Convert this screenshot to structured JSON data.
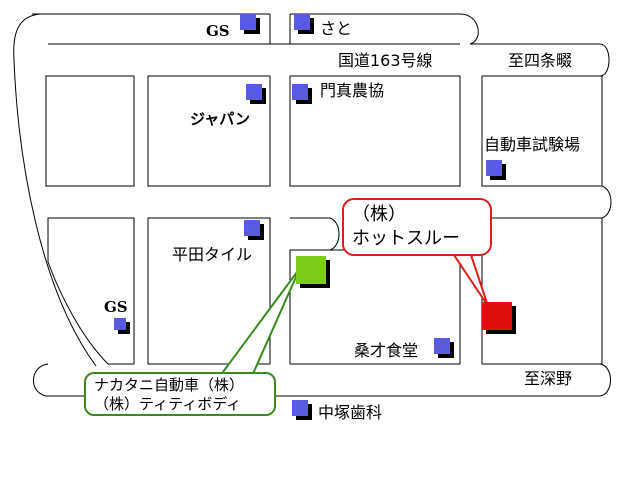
{
  "roads": {
    "route_163": "国道163号線",
    "to_shijo_nawate": "至四条畷",
    "to_fukano": "至深野"
  },
  "places": {
    "gs_top": "GS",
    "sato": "さと",
    "kadoma_nokyo": "門真農協",
    "japan": "ジャパン",
    "driving_test_center": "自動車試験場",
    "hirata_tile": "平田タイル",
    "gs_left": "GS",
    "kuwasai_shokudo": "桑才食堂",
    "nakatsuka_shika": "中塚歯科"
  },
  "hotslew": {
    "line1": "（株）",
    "line2": "ホットスルー",
    "color": "#e01010"
  },
  "nakatani": {
    "line1": "ナカタニ自動車（株）",
    "line2": "（株）ティティボディ",
    "color": "#7ccc1c"
  },
  "colors": {
    "blue_marker": "#5a5ae0",
    "red_border": "#d9201c",
    "green_border": "#3a8a1e"
  }
}
